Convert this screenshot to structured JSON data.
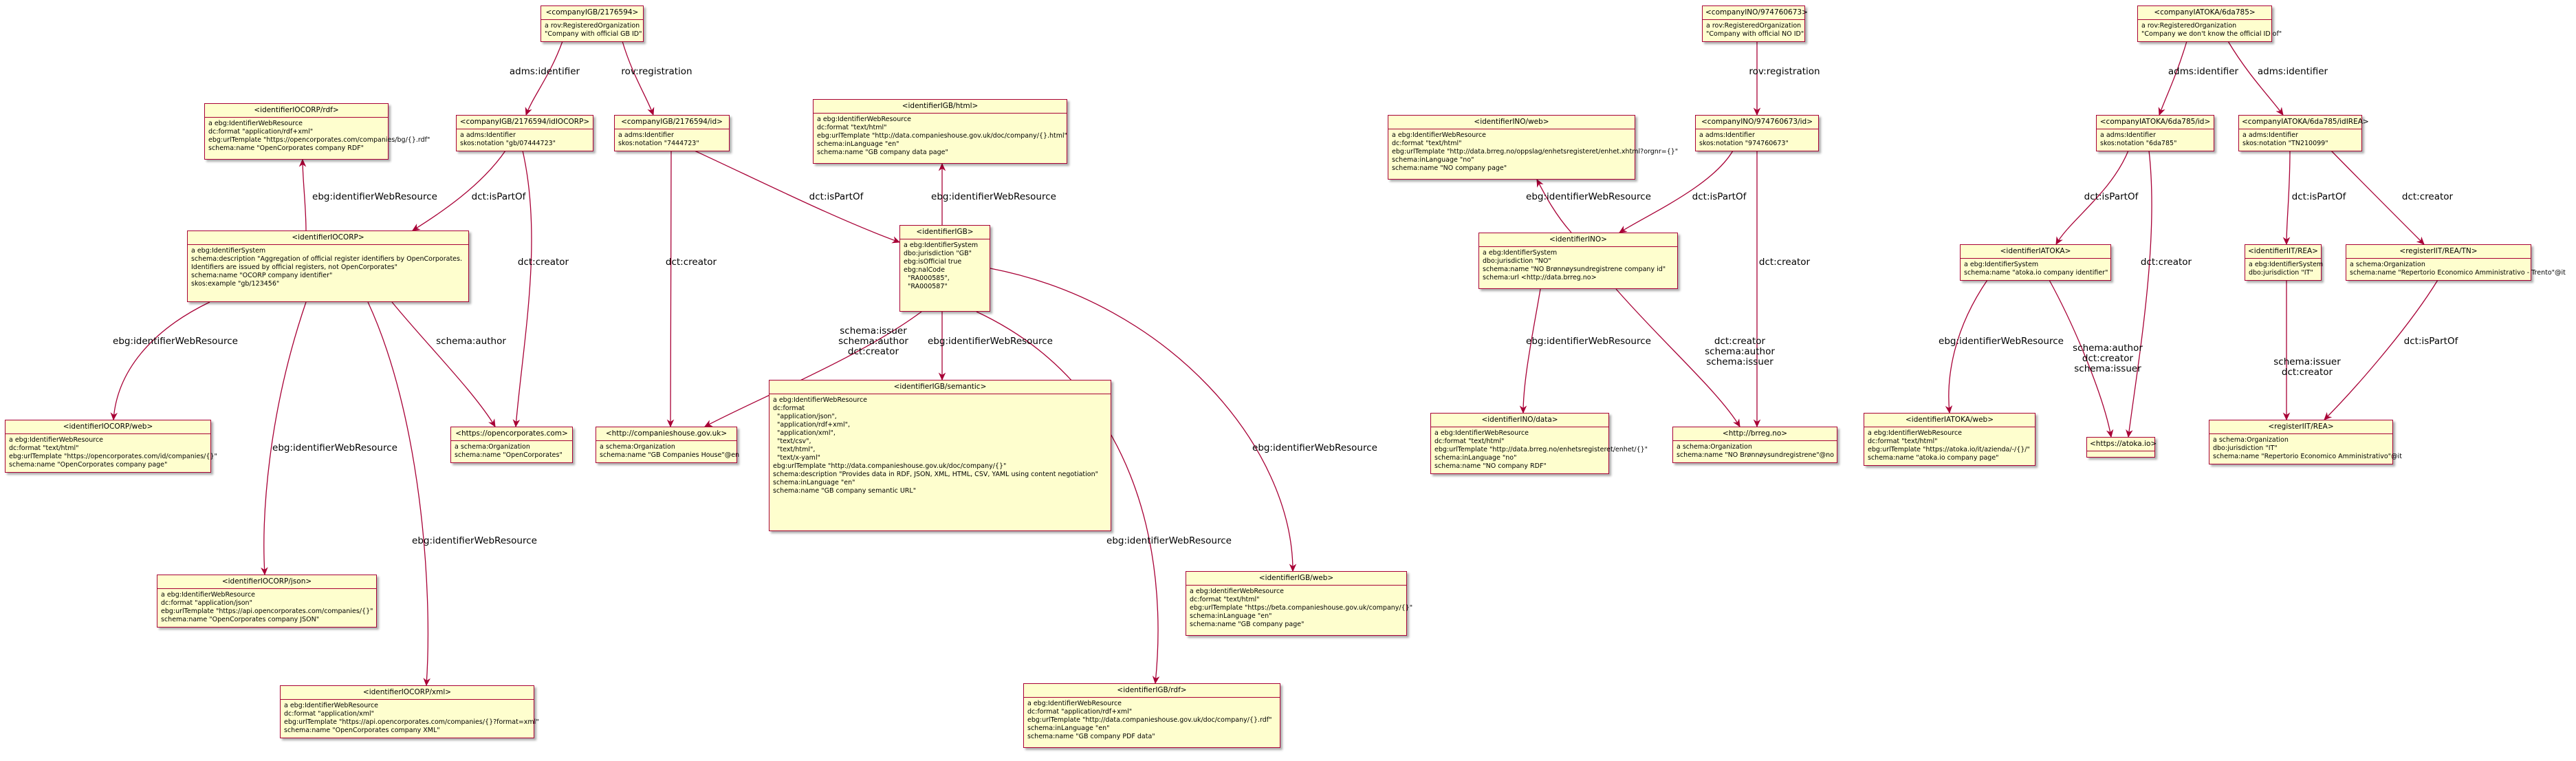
{
  "nodes": [
    {
      "id": "gb_company",
      "title": "<companyIGB/2176594>",
      "rows": [
        "a rov:RegisteredOrganization",
        "\"Company with official GB ID\""
      ]
    },
    {
      "id": "no_company",
      "title": "<companyINO/974760673>",
      "rows": [
        "a rov:RegisteredOrganization",
        "\"Company with official NO ID\""
      ]
    },
    {
      "id": "atoka_company",
      "title": "<companyIATOKA/6da785>",
      "rows": [
        "a rov:RegisteredOrganization",
        "\"Company we don't know the official ID of\""
      ]
    },
    {
      "id": "ocorp_rdf",
      "title": "<identifierIOCORP/rdf>",
      "rows": [
        "a ebg:IdentifierWebResource",
        "dc:format \"application/rdf+xml\"",
        "ebg:urlTemplate \"https://opencorporates.com/companies/bg/{}.rdf\"",
        "schema:name \"OpenCorporates company RDF\""
      ]
    },
    {
      "id": "gb_ocorp_id",
      "title": "<companyIGB/2176594/idIOCORP>",
      "rows": [
        "a adms:Identifier",
        "skos:notation \"gb/07444723\""
      ]
    },
    {
      "id": "gb_id",
      "title": "<companyIGB/2176594/id>",
      "rows": [
        "a adms:Identifier",
        "skos:notation \"7444723\""
      ]
    },
    {
      "id": "gb_html",
      "title": "<identifierIGB/html>",
      "rows": [
        "a ebg:IdentifierWebResource",
        "dc:format \"text/html\"",
        "ebg:urlTemplate \"http://data.companieshouse.gov.uk/doc/company/{}.html\"",
        "schema:inLanguage \"en\"",
        "schema:name \"GB company data page\""
      ]
    },
    {
      "id": "no_web",
      "title": "<identifierINO/web>",
      "rows": [
        "a ebg:IdentifierWebResource",
        "dc:format \"text/html\"",
        "ebg:urlTemplate \"http://data.brreg.no/oppslag/enhetsregisteret/enhet.xhtml?orgnr={}\"",
        "schema:inLanguage \"no\"",
        "schema:name \"NO company page\""
      ]
    },
    {
      "id": "no_id",
      "title": "<companyINO/974760673/id>",
      "rows": [
        "a adms:Identifier",
        "skos:notation \"974760673\""
      ]
    },
    {
      "id": "atoka_id",
      "title": "<companyIATOKA/6da785/id>",
      "rows": [
        "a adms:Identifier",
        "skos:notation \"6da785\""
      ]
    },
    {
      "id": "atoka_rea_id",
      "title": "<companyIATOKA/6da785/idIREA>",
      "rows": [
        "a adms:Identifier",
        "skos:notation \"TN210099\""
      ]
    },
    {
      "id": "ocorp",
      "title": "<identifierIOCORP>",
      "rows": [
        "a ebg:IdentifierSystem",
        "schema:description \"Aggregation of official register identifiers by OpenCorporates.",
        "Identifiers are issued by official registers, not OpenCorporates\"",
        "schema:name \"OCORP company identifier\"",
        "skos:example \"gb/123456\""
      ]
    },
    {
      "id": "gb",
      "title": "<identifierIGB>",
      "rows": [
        "a ebg:IdentifierSystem",
        "dbo:jurisdiction \"GB\"",
        "ebg:isOfficial true",
        "ebg:nalCode",
        "  \"RA000585\",",
        "  \"RA000587\""
      ]
    },
    {
      "id": "no",
      "title": "<identifierINO>",
      "rows": [
        "a ebg:IdentifierSystem",
        "dbo:jurisdiction \"NO\"",
        "schema:name \"NO Brønnøysundregistrene company id\"",
        "schema:url <http://data.brreg.no>"
      ]
    },
    {
      "id": "atoka",
      "title": "<identifierIATOKA>",
      "rows": [
        "a ebg:IdentifierSystem",
        "schema:name \"atoka.io company identifier\""
      ]
    },
    {
      "id": "it_rea",
      "title": "<identifierIIT/REA>",
      "rows": [
        "a ebg:IdentifierSystem",
        "dbo:jurisdiction \"IT\""
      ]
    },
    {
      "id": "reg_rea_tn",
      "title": "<registerIIT/REA/TN>",
      "rows": [
        "a schema:Organization",
        "schema:name \"Repertorio Economico Amministrativo - Trento\"@it"
      ]
    },
    {
      "id": "ocorp_web",
      "title": "<identifierIOCORP/web>",
      "rows": [
        "a ebg:IdentifierWebResource",
        "dc:format \"text/html\"",
        "ebg:urlTemplate \"https://opencorporates.com/id/companies/{}\"",
        "schema:name \"OpenCorporates company page\""
      ]
    },
    {
      "id": "opencorporates",
      "title": "<https://opencorporates.com>",
      "rows": [
        "a schema:Organization",
        "schema:name \"OpenCorporates\""
      ]
    },
    {
      "id": "companieshouse",
      "title": "<http://companieshouse.gov.uk>",
      "rows": [
        "a schema:Organization",
        "schema:name \"GB Companies House\"@en"
      ]
    },
    {
      "id": "gb_semantic",
      "title": "<identifierIGB/semantic>",
      "rows": [
        "a ebg:IdentifierWebResource",
        "dc:format",
        "  \"application/json\",",
        "  \"application/rdf+xml\",",
        "  \"application/xml\",",
        "  \"text/csv\",",
        "  \"text/html\",",
        "  \"text/x-yaml\"",
        "ebg:urlTemplate \"http://data.companieshouse.gov.uk/doc/company/{}\"",
        "schema:description \"Provides data in RDF, JSON, XML, HTML, CSV, YAML using content negotiation\"",
        "schema:inLanguage \"en\"",
        "schema:name \"GB company semantic URL\""
      ]
    },
    {
      "id": "no_data",
      "title": "<identifierINO/data>",
      "rows": [
        "a ebg:IdentifierWebResource",
        "dc:format \"text/html\"",
        "ebg:urlTemplate \"http://data.brreg.no/enhetsregisteret/enhet/{}\"",
        "schema:inLanguage \"no\"",
        "schema:name \"NO company RDF\""
      ]
    },
    {
      "id": "brreg",
      "title": "<http://brreg.no>",
      "rows": [
        "a schema:Organization",
        "schema:name \"NO Brønnøysundregistrene\"@no"
      ]
    },
    {
      "id": "atoka_web",
      "title": "<identifierIATOKA/web>",
      "rows": [
        "a ebg:IdentifierWebResource",
        "dc:format \"text/html\"",
        "ebg:urlTemplate \"https://atoka.io/it/azienda/-/{}/\"",
        "schema:name \"atoka.io company page\""
      ]
    },
    {
      "id": "atoka_site",
      "title": "<https://atoka.io>",
      "rows": []
    },
    {
      "id": "reg_rea",
      "title": "<registerIIT/REA>",
      "rows": [
        "a schema:Organization",
        "dbo:jurisdiction \"IT\"",
        "schema:name \"Repertorio Economico Amministrativo\"@it"
      ]
    },
    {
      "id": "ocorp_json",
      "title": "<identifierIOCORP/json>",
      "rows": [
        "a ebg:IdentifierWebResource",
        "dc:format \"application/json\"",
        "ebg:urlTemplate \"https://api.opencorporates.com/companies/{}\"",
        "schema:name \"OpenCorporates company JSON\""
      ]
    },
    {
      "id": "gb_web",
      "title": "<identifierIGB/web>",
      "rows": [
        "a ebg:IdentifierWebResource",
        "dc:format \"text/html\"",
        "ebg:urlTemplate \"https://beta.companieshouse.gov.uk/company/{}\"",
        "schema:inLanguage \"en\"",
        "schema:name \"GB company page\""
      ]
    },
    {
      "id": "ocorp_xml",
      "title": "<identifierIOCORP/xml>",
      "rows": [
        "a ebg:IdentifierWebResource",
        "dc:format \"application/xml\"",
        "ebg:urlTemplate \"https://api.opencorporates.com/companies/{}?format=xml\"",
        "schema:name \"OpenCorporates company XML\""
      ]
    },
    {
      "id": "gb_rdf",
      "title": "<identifierIGB/rdf>",
      "rows": [
        "a ebg:IdentifierWebResource",
        "dc:format \"application/rdf+xml\"",
        "ebg:urlTemplate \"http://data.companieshouse.gov.uk/doc/company/{}.rdf\"",
        "schema:inLanguage \"en\"",
        "schema:name \"GB company PDF data\""
      ]
    }
  ],
  "edges": [
    {
      "from": "gb_company",
      "to": "gb_ocorp_id",
      "label": [
        "adms:identifier"
      ]
    },
    {
      "from": "gb_company",
      "to": "gb_id",
      "label": [
        "rov:registration"
      ]
    },
    {
      "from": "no_company",
      "to": "no_id",
      "label": [
        "rov:registration"
      ]
    },
    {
      "from": "atoka_company",
      "to": "atoka_id",
      "label": [
        "adms:identifier"
      ]
    },
    {
      "from": "atoka_company",
      "to": "atoka_rea_id",
      "label": [
        "adms:identifier"
      ]
    },
    {
      "from": "ocorp",
      "to": "ocorp_rdf",
      "label": [
        "ebg:identifierWebResource"
      ]
    },
    {
      "from": "gb_ocorp_id",
      "to": "ocorp",
      "label": [
        "dct:isPartOf"
      ]
    },
    {
      "from": "gb_ocorp_id",
      "to": "opencorporates",
      "label": [
        "dct:creator"
      ]
    },
    {
      "from": "gb_id",
      "to": "gb",
      "label": [
        "dct:isPartOf"
      ]
    },
    {
      "from": "gb_id",
      "to": "companieshouse",
      "label": [
        "dct:creator"
      ]
    },
    {
      "from": "gb",
      "to": "gb_html",
      "label": [
        "ebg:identifierWebResource"
      ]
    },
    {
      "from": "no",
      "to": "no_web",
      "label": [
        "ebg:identifierWebResource"
      ]
    },
    {
      "from": "no_id",
      "to": "no",
      "label": [
        "dct:isPartOf"
      ]
    },
    {
      "from": "no_id",
      "to": "brreg",
      "label": [
        "dct:creator"
      ]
    },
    {
      "from": "atoka_id",
      "to": "atoka",
      "label": [
        "dct:isPartOf"
      ]
    },
    {
      "from": "atoka_id",
      "to": "atoka_site",
      "label": [
        "dct:creator"
      ]
    },
    {
      "from": "atoka_rea_id",
      "to": "it_rea",
      "label": [
        "dct:isPartOf"
      ]
    },
    {
      "from": "atoka_rea_id",
      "to": "reg_rea_tn",
      "label": [
        "dct:creator"
      ]
    },
    {
      "from": "ocorp",
      "to": "ocorp_web",
      "label": [
        "ebg:identifierWebResource"
      ]
    },
    {
      "from": "ocorp",
      "to": "opencorporates",
      "label": [
        "schema:author"
      ]
    },
    {
      "from": "ocorp",
      "to": "ocorp_json",
      "label": [
        "ebg:identifierWebResource"
      ]
    },
    {
      "from": "ocorp",
      "to": "ocorp_xml",
      "label": [
        "ebg:identifierWebResource"
      ]
    },
    {
      "from": "gb",
      "to": "companieshouse",
      "label": [
        "schema:issuer",
        "schema:author",
        "dct:creator"
      ]
    },
    {
      "from": "gb",
      "to": "gb_semantic",
      "label": [
        "ebg:identifierWebResource"
      ]
    },
    {
      "from": "gb",
      "to": "gb_web",
      "label": [
        "ebg:identifierWebResource"
      ]
    },
    {
      "from": "gb",
      "to": "gb_rdf",
      "label": [
        "ebg:identifierWebResource"
      ]
    },
    {
      "from": "no",
      "to": "no_data",
      "label": [
        "ebg:identifierWebResource"
      ]
    },
    {
      "from": "no",
      "to": "brreg",
      "label": [
        "dct:creator",
        "schema:author",
        "schema:issuer"
      ]
    },
    {
      "from": "atoka",
      "to": "atoka_web",
      "label": [
        "ebg:identifierWebResource"
      ]
    },
    {
      "from": "atoka",
      "to": "atoka_site",
      "label": [
        "schema:author",
        "dct:creator",
        "schema:issuer"
      ]
    },
    {
      "from": "it_rea",
      "to": "reg_rea",
      "label": [
        "schema:issuer",
        "dct:creator"
      ]
    },
    {
      "from": "reg_rea_tn",
      "to": "reg_rea",
      "label": [
        "dct:isPartOf"
      ]
    }
  ],
  "colors": {
    "node_fill": "#fefece",
    "node_border": "#a80036",
    "edge": "#a80036"
  }
}
